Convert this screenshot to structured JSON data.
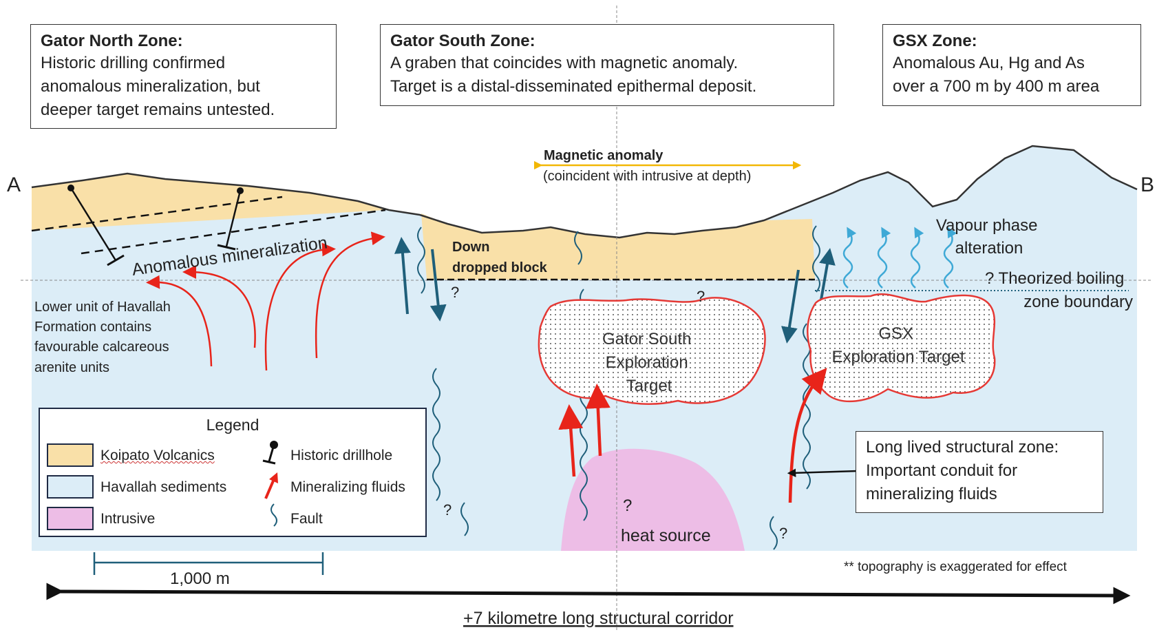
{
  "labels": {
    "a": "A",
    "b": "B",
    "magnetic_title": "Magnetic anomaly",
    "magnetic_sub": "(coincident with intrusive at depth)",
    "anomalous_mineralization": "Anomalous mineralization",
    "lower_unit": [
      "Lower unit of Havallah",
      "Formation contains",
      "favourable calcareous",
      "arenite units"
    ],
    "down_dropped": [
      "Down",
      "dropped block"
    ],
    "q": "?",
    "vapour": [
      "Vapour phase",
      "alteration"
    ],
    "boiling": [
      "? Theorized boiling",
      "zone boundary"
    ],
    "gator_south_target": [
      "Gator South",
      "Exploration",
      "Target"
    ],
    "gsx_target": [
      "GSX",
      "Exploration Target"
    ],
    "heat_source": "heat source",
    "topo_note": "** topography is exaggerated for effect",
    "scale_label": "1,000 m",
    "corridor": "+7 kilometre long structural corridor"
  },
  "zones": {
    "north": {
      "title": "Gator North Zone:",
      "text": "Historic drilling confirmed\nanomalous mineralization, but\ndeeper target remains untested."
    },
    "south": {
      "title": "Gator South Zone:",
      "text": "A graben that coincides with magnetic anomaly.\nTarget is a distal-disseminated epithermal deposit."
    },
    "gsx": {
      "title": "GSX Zone:",
      "text": "Anomalous Au, Hg and As\nover a 700 m by 400 m area"
    }
  },
  "structural_box": {
    "text": "Long lived structural zone:\nImportant conduit for\nmineralizing fluids"
  },
  "legend": {
    "title": "Legend",
    "koipato": "Koipato Volcanics",
    "havallah": "Havallah sediments",
    "intrusive": "Intrusive",
    "drillhole": "Historic drillhole",
    "fluids": "Mineralizing fluids",
    "fault": "Fault"
  },
  "colors": {
    "koipato": "#f9e0a8",
    "havallah": "#dcedf7",
    "intrusive": "#edbde6",
    "fluid_arrow": "#e8241a",
    "fault": "#1f5f7a",
    "vapour": "#3fa9d6",
    "magnetic": "#f2b705",
    "target_outline": "#e53935"
  }
}
